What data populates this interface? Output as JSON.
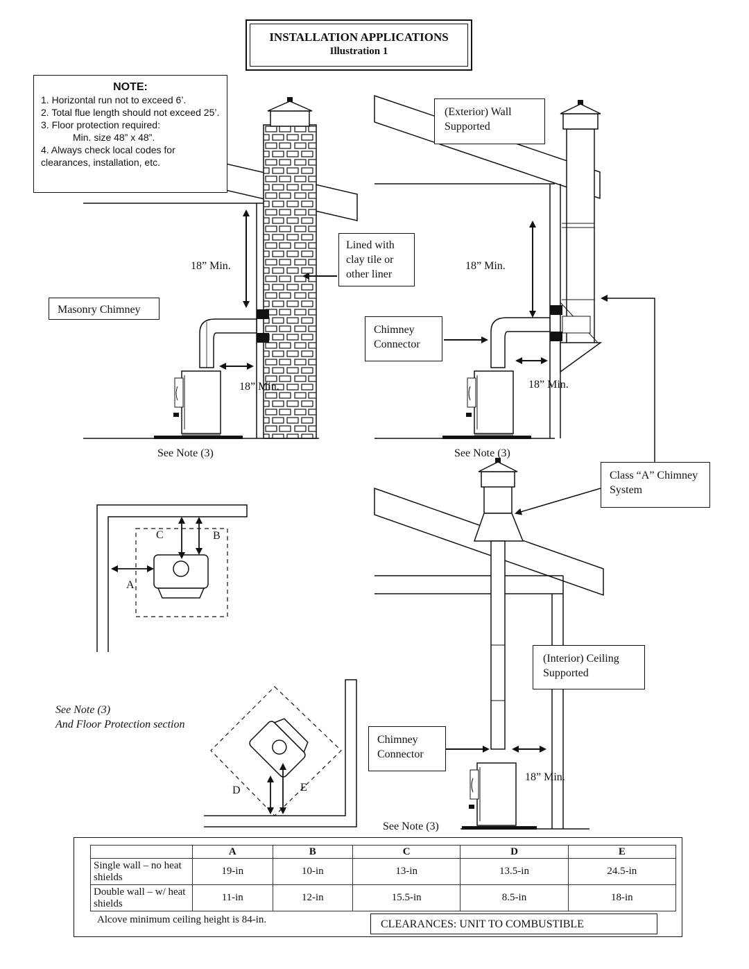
{
  "title": {
    "line1": "INSTALLATION APPLICATIONS",
    "line2": "Illustration 1"
  },
  "note": {
    "heading": "NOTE:",
    "items": [
      "1.  Horizontal run not to exceed 6’.",
      "2.  Total flue length should not exceed 25’.",
      "3.  Floor protection required:",
      "Min. size 48” x 48”.",
      "4. Always check local codes for clearances, installation, etc."
    ]
  },
  "labels": {
    "masonry_chimney": "Masonry Chimney",
    "lined": "Lined with clay tile or other liner",
    "exterior_wall": "(Exterior) Wall Supported",
    "chimney_connector": "Chimney Connector",
    "class_a": "Class “A” Chimney System",
    "interior_ceiling": "(Interior) Ceiling Supported",
    "min18": "18” Min.",
    "see_note3": "See Note (3)",
    "floor_note_1": "See Note (3)",
    "floor_note_2": "And Floor Protection section",
    "A": "A",
    "B": "B",
    "C": "C",
    "D": "D",
    "E": "E"
  },
  "table": {
    "headers": [
      "",
      "A",
      "B",
      "C",
      "D",
      "E"
    ],
    "rows": [
      {
        "label": "Single wall – no heat shields",
        "values": [
          "19-in",
          "10-in",
          "13-in",
          "13.5-in",
          "24.5-in"
        ]
      },
      {
        "label": "Double wall – w/ heat shields",
        "values": [
          "11-in",
          "12-in",
          "15.5-in",
          "8.5-in",
          "18-in"
        ]
      }
    ],
    "footer": "Alcove minimum ceiling height is 84-in.",
    "caption": "CLEARANCES:  UNIT TO COMBUSTIBLE"
  }
}
